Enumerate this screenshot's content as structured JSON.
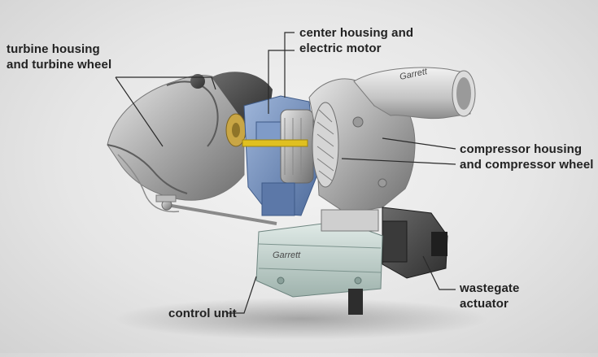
{
  "labels": {
    "turbine": {
      "line1": "turbine housing",
      "line2": "and turbine wheel"
    },
    "center": {
      "line1": "center housing and",
      "line2": "electric motor"
    },
    "compressor": {
      "line1": "compressor housing",
      "line2": "and compressor wheel"
    },
    "wastegate": {
      "line1": "wastegate",
      "line2": "actuator"
    },
    "control": {
      "line1": "control unit"
    }
  },
  "markings": {
    "compressor_brand": "Garrett",
    "control_brand": "Garrett"
  },
  "colors": {
    "background": "#e6e6e6",
    "metal": "#b8b8b8",
    "center_housing": "#6f8fbe",
    "shaft": "#e0c020",
    "control_unit": "#c9d8d4",
    "actuator": "#2b2b2b"
  }
}
